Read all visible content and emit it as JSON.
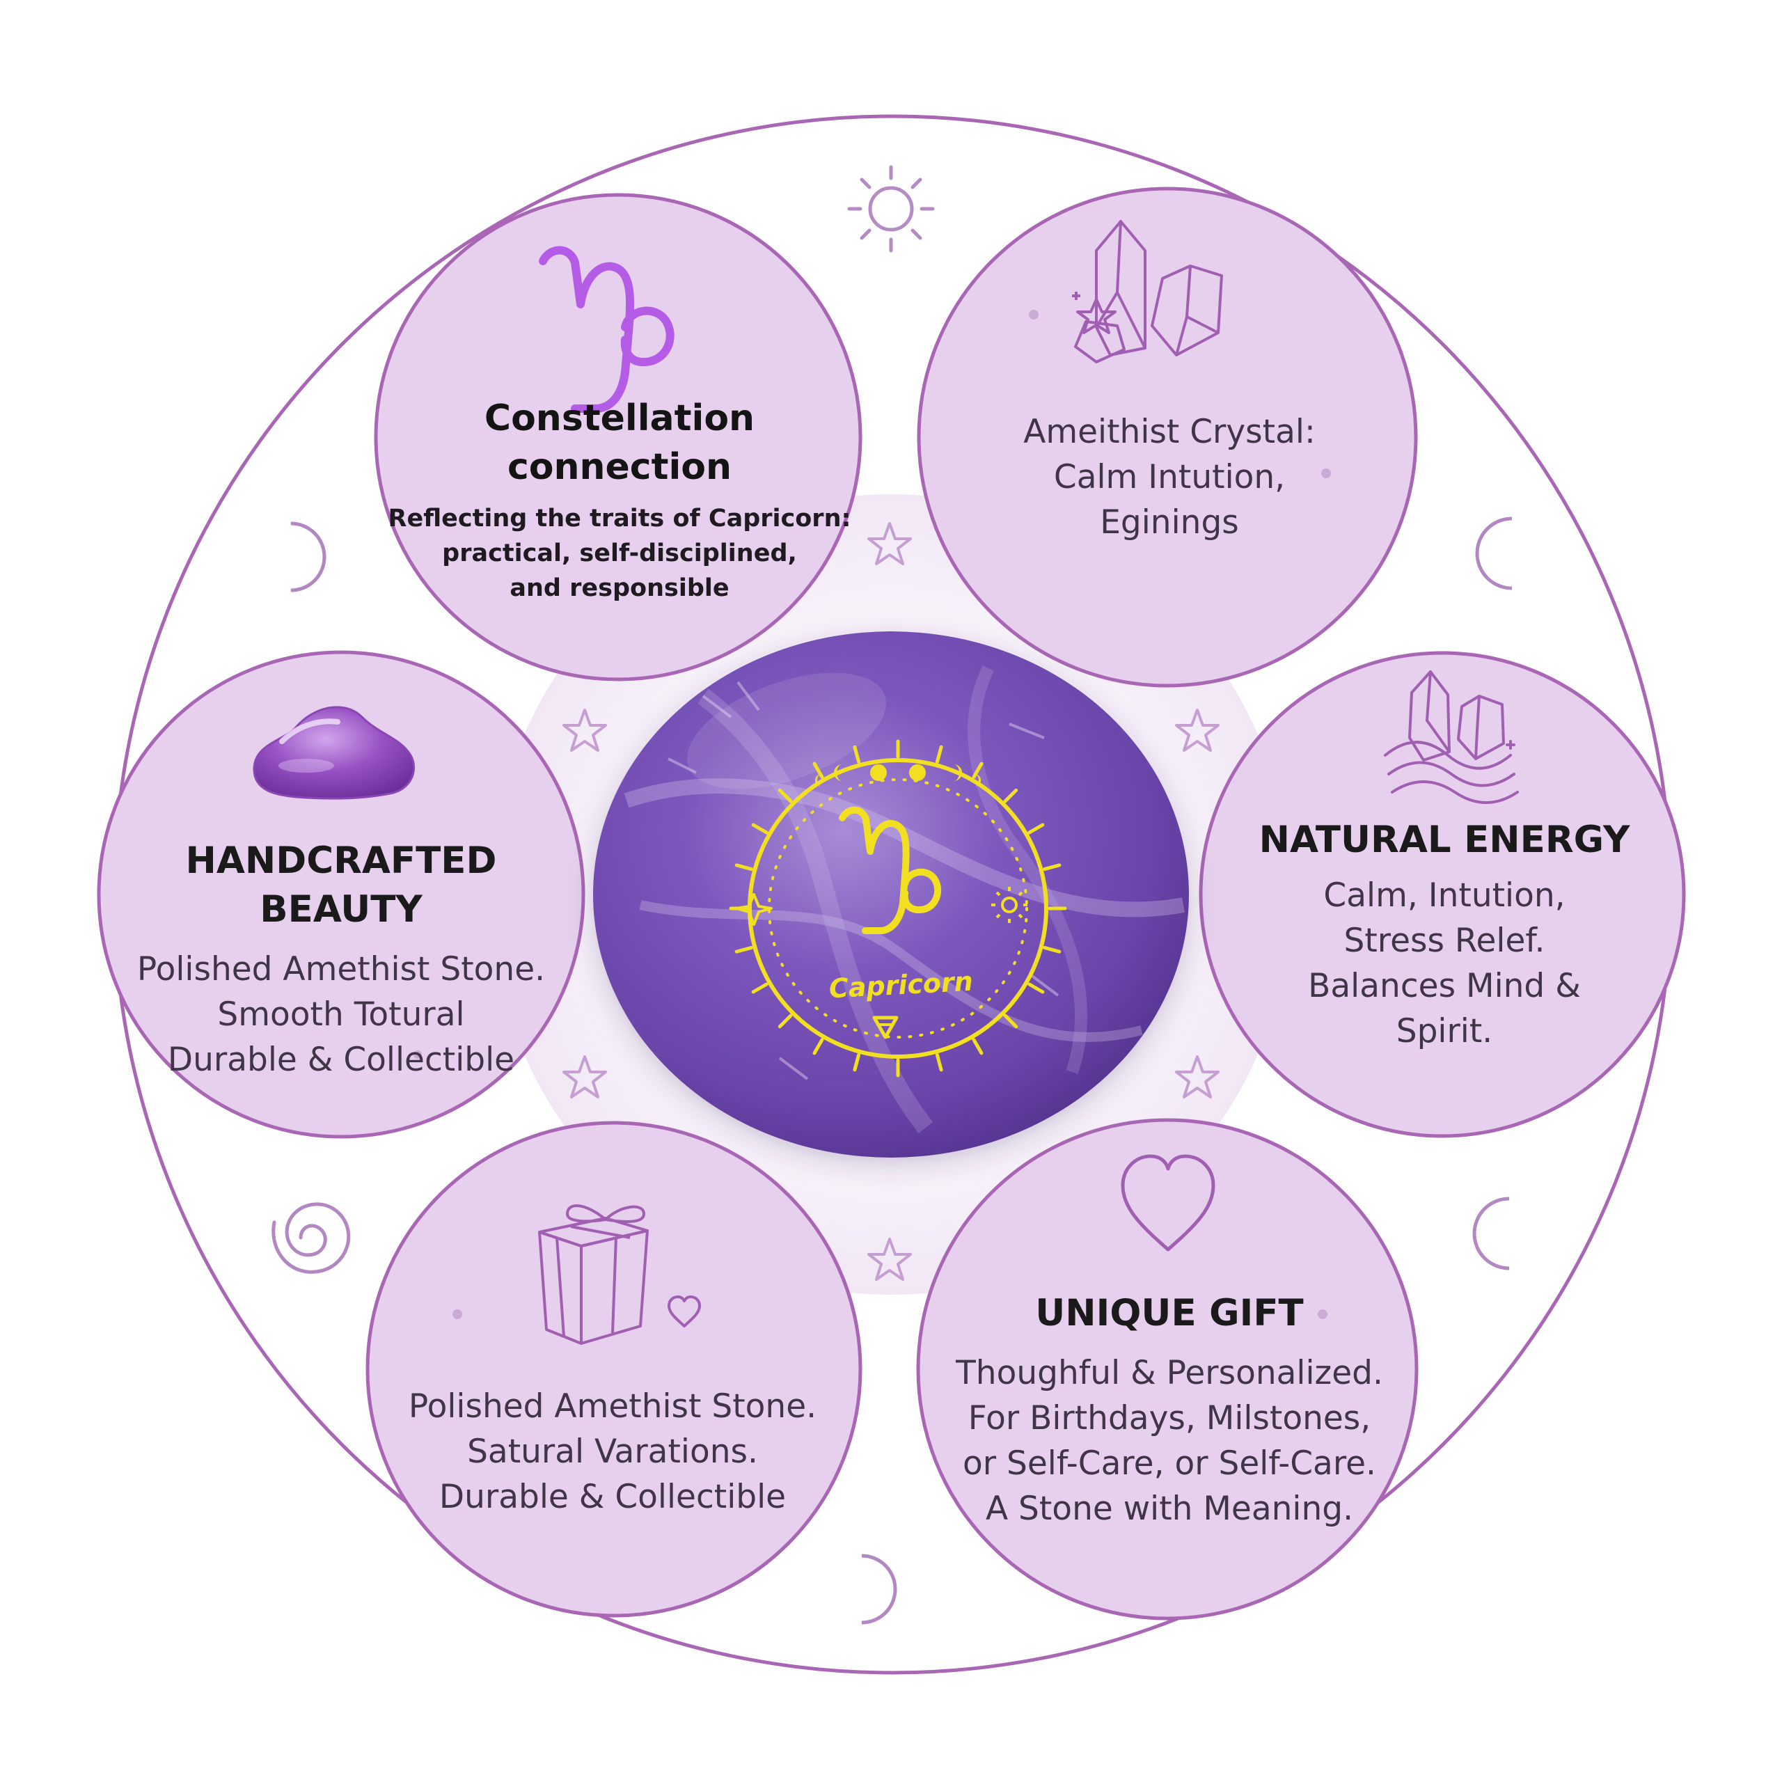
{
  "colors": {
    "ring": "#a866b4",
    "circle_fill": "#e6d0ee",
    "icon_purple": "#a15fb2",
    "capricorn_symbol": "#b45ce6",
    "stone_purple": "#7b55b8",
    "seal_gold": "#f2df22"
  },
  "center_stone": {
    "seal_label": "Capricorn",
    "icon": "capricorn-glyph-icon"
  },
  "panels": [
    {
      "id": "constellation",
      "icon": "capricorn-symbol-icon",
      "title": "Constellation connection",
      "lines": [
        "Reflecting the traits of Capricorn:",
        "practical, self-disciplined,",
        "and responsible"
      ]
    },
    {
      "id": "crystal",
      "icon": "crystal-cluster-icon",
      "lines": [
        "Ameithist Crystal:",
        "Calm Intution,",
        "Eginings"
      ]
    },
    {
      "id": "energy",
      "icon": "crystal-waves-icon",
      "title": "NATURAL ENERGY",
      "lines": [
        "Calm, Intution,",
        "Stress Relef.",
        "Balances Mind &",
        "Spirit."
      ]
    },
    {
      "id": "gift",
      "icon": "heart-icon",
      "title": "UNIQUE GIFT",
      "lines": [
        "Thoughful & Personalized.",
        "For Birthdays, Milstones,",
        "or Self-Care, or Self-Care.",
        "A Stone with Meaning."
      ]
    },
    {
      "id": "polished",
      "icon": "gift-box-icon",
      "lines": [
        "Polished Amethist Stone.",
        "Satural Varations.",
        "Durable & Collectible"
      ]
    },
    {
      "id": "handcrafted",
      "icon": "tumbled-stone-icon",
      "title": "HANDCRAFTED BEAUTY",
      "lines": [
        "Polished Amethist Stone.",
        "Smooth Totural",
        "Durable & Collectible"
      ]
    }
  ]
}
